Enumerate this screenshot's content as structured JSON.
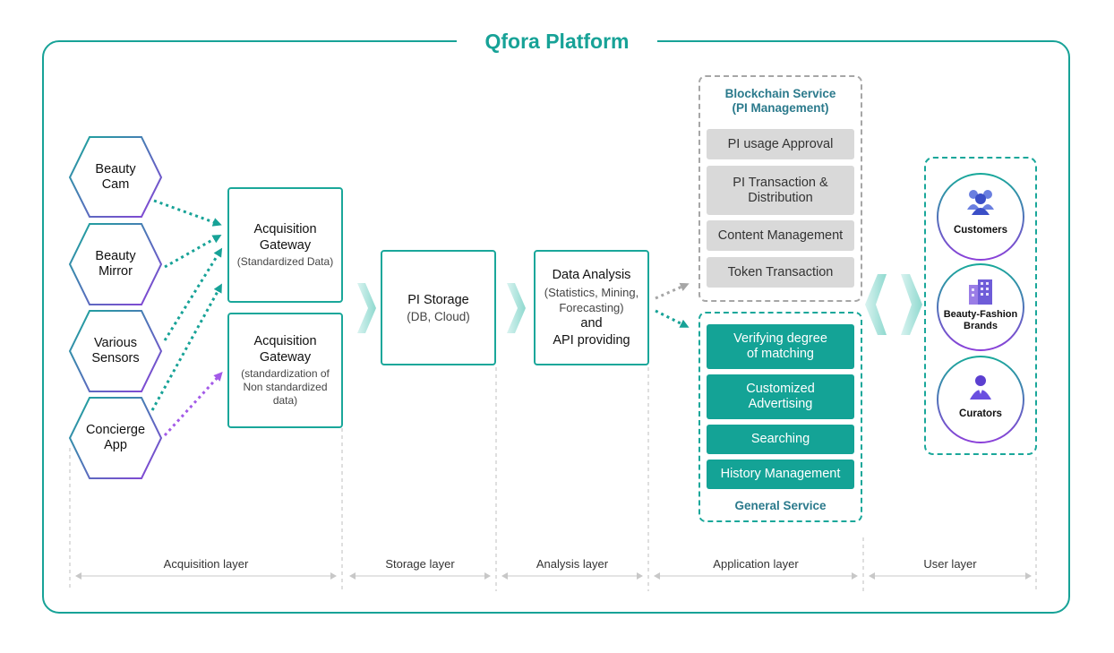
{
  "platform": {
    "title": "Qfora Platform"
  },
  "sources": [
    {
      "label": "Beauty\nCam"
    },
    {
      "label": "Beauty\nMirror"
    },
    {
      "label": "Various\nSensors"
    },
    {
      "label": "Concierge\nApp"
    }
  ],
  "gateways": [
    {
      "title": "Acquisition\nGateway",
      "subtitle": "(Standardized Data)"
    },
    {
      "title": "Acquisition\nGateway",
      "subtitle": "(standardization of\nNon standardized\ndata)"
    }
  ],
  "storage": {
    "title": "PI Storage",
    "subtitle": "(DB, Cloud)"
  },
  "analysis": {
    "title": "Data Analysis",
    "subtitle": "(Statistics, Mining,\nForecasting)",
    "extra": "and\nAPI providing"
  },
  "blockchain": {
    "title": "Blockchain Service\n(PI Management)",
    "items": [
      "PI usage Approval",
      "PI Transaction &\nDistribution",
      "Content Management",
      "Token Transaction"
    ]
  },
  "general": {
    "title": "General Service",
    "items": [
      "Verifying degree\nof matching",
      "Customized\nAdvertising",
      "Searching",
      "History Management"
    ]
  },
  "users": [
    {
      "label": "Customers",
      "icon": "customers-icon"
    },
    {
      "label": "Beauty-Fashion\nBrands",
      "icon": "building-icon"
    },
    {
      "label": "Curators",
      "icon": "curator-icon"
    }
  ],
  "layers": [
    "Acquisition layer",
    "Storage layer",
    "Analysis layer",
    "Application layer",
    "User layer"
  ],
  "colors": {
    "teal": "#17a297",
    "purple": "#8b3fd9",
    "gray": "#a6a6a6",
    "dark_teal_text": "#2b7a8c"
  }
}
